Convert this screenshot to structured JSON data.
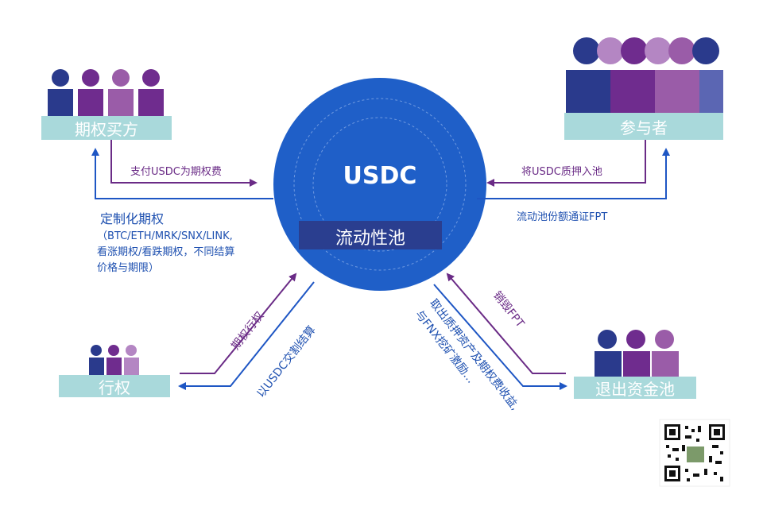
{
  "center": {
    "title": "USDC",
    "subtitle": "流动性池"
  },
  "nodes": {
    "buyer": "期权买方",
    "participant": "参与者",
    "exercise": "行权",
    "exit": "退出资金池"
  },
  "flows": {
    "pay_premium": "支付USDC为期权费",
    "pledge_usdc": "将USDC质押入池",
    "lp_token": "流动池份额通证FPT",
    "custom_options_title": "定制化期权",
    "custom_options_line1": "（BTC/ETH/MRK/SNX/LINK,",
    "custom_options_line2": "看涨期权/看跌期权，不同结算",
    "custom_options_line3": "价格与期限）",
    "exercise_option": "期权行权",
    "settle_usdc": "以USDC交割结算",
    "burn_fpt": "销毁FPT",
    "withdraw_line1": "取出质押资产及期权费收益,",
    "withdraw_line2": "与FNX挖矿激励..."
  },
  "colors": {
    "navy": "#2a3a8c",
    "purple": "#6f2c8e",
    "violet": "#9a5ca8",
    "lavender": "#b486c3",
    "teal": "#a9d9db",
    "circle": "#1f5fc8",
    "arrow_purple": "#6a2b86",
    "arrow_blue": "#1e56c4"
  }
}
